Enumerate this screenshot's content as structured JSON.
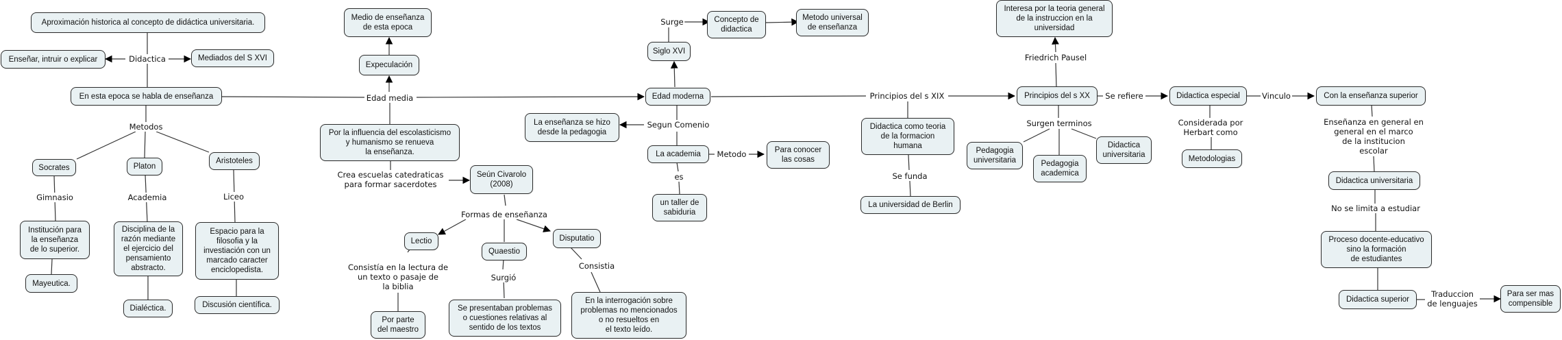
{
  "title": "Aproximación historica al concepto de didáctica universitaria.",
  "nodes": {
    "root": "Aproximación historica al concepto de didáctica universitaria.",
    "ensenar": "Enseñar, intruir o explicar",
    "mediados": "Mediados del S XVI",
    "epoca": "En esta epoca se habla de enseñanza",
    "socrates": "Socrates",
    "platon": "Platon",
    "aristoteles": "Aristoteles",
    "institucion": "Institución para\nla enseñanza\nde lo superior.",
    "mayeutica": "Mayeutica.",
    "disciplina": "Disciplina de la\nrazón mediante\nel ejercicio del\npensamiento\nabstracto.",
    "dialectica": "Dialéctica.",
    "espacio": "Espacio para la\nfilosofia y la\ninvestiación con un\nmarcado caracter\nenciclopedista.",
    "discusion": "Discusión científica.",
    "medio": "Medio de enseñanza\nde esta epoca",
    "expeculacion": "Expeculación",
    "influencia": "Por la influencia del escolasticismo\ny humanismo se renueva\nla enseñanza.",
    "civarolo": "Seún Civarolo\n(2008)",
    "lectio": "Lectio",
    "quaestio": "Quaestio",
    "disputatio": "Disputatio",
    "maestro": "Por parte\ndel maestro",
    "problemas": "Se presentaban problemas\no cuestiones relativas al\nsentido de los textos",
    "interrogacion": "En la interrogación sobre\nproblemas no mencionados\no no resueltos en\nel texto leído.",
    "moderna": "Edad moderna",
    "siglo16": "Siglo XVI",
    "concepto": "Concepto de\ndidactica",
    "metodo_universal": "Metodo universal\nde enseñanza",
    "pedagogia_hizo": "La enseñanza se hizo\ndesde la pedagogia",
    "academia": "La academia",
    "conocer": "Para conocer\nlas cosas",
    "taller": "un taller de\nsabiduria",
    "teoria_formacion": "Didactica como teoria\nde la formacion\nhumana",
    "berlin": "La universidad de Berlin",
    "s20": "Principios del s XX",
    "interesa": "Interesa por la teoria general\nde la instruccion en la\nuniversidad",
    "ped_univ": "Pedagogia\nuniversitaria",
    "ped_acad": "Pedagogia\nacademica",
    "did_univ_a": "Didactica\nuniversitaria",
    "especial": "Didactica especial",
    "metodologias": "Metodologias",
    "ens_superior": "Con la enseñanza superior",
    "did_univ_b": "Didactica universitaria",
    "proceso": "Proceso docente-educativo\nsino la formación\nde estudiantes",
    "did_superior": "Didactica superior",
    "compensible": "Para ser mas\ncompensible"
  },
  "links": {
    "didactica": "Didactica",
    "metodos": "Metodos",
    "gimnasio": "Gimnasio",
    "academia": "Academia",
    "liceo": "Liceo",
    "edad_media": "Edad media",
    "crea": "Crea escuelas catedraticas\npara formar sacerdotes",
    "formas": "Formas de enseñanza",
    "consistia_lectura": "Consistía en la lectura de\nun texto o pasaje de\nla biblia",
    "surgio": "Surgió",
    "consistia": "Consistia",
    "surge": "Surge",
    "segun_comenio": "Segun Comenio",
    "metodo": "Metodo",
    "es": "es",
    "principios_19": "Principios del s XIX",
    "se_funda": "Se funda",
    "friedrich": "Friedrich Pausel",
    "surgen_terminos": "Surgen terminos",
    "se_refiere": "Se refiere",
    "considerada": "Considerada por\nHerbart como",
    "vinculo": "Vinculo",
    "ens_general": "Enseñanza en general en\ngeneral en el marco\nde la institucion\nescolar",
    "no_limita": "No se limita a estudiar",
    "traduccion": "Traduccion\nde lenguajes"
  }
}
